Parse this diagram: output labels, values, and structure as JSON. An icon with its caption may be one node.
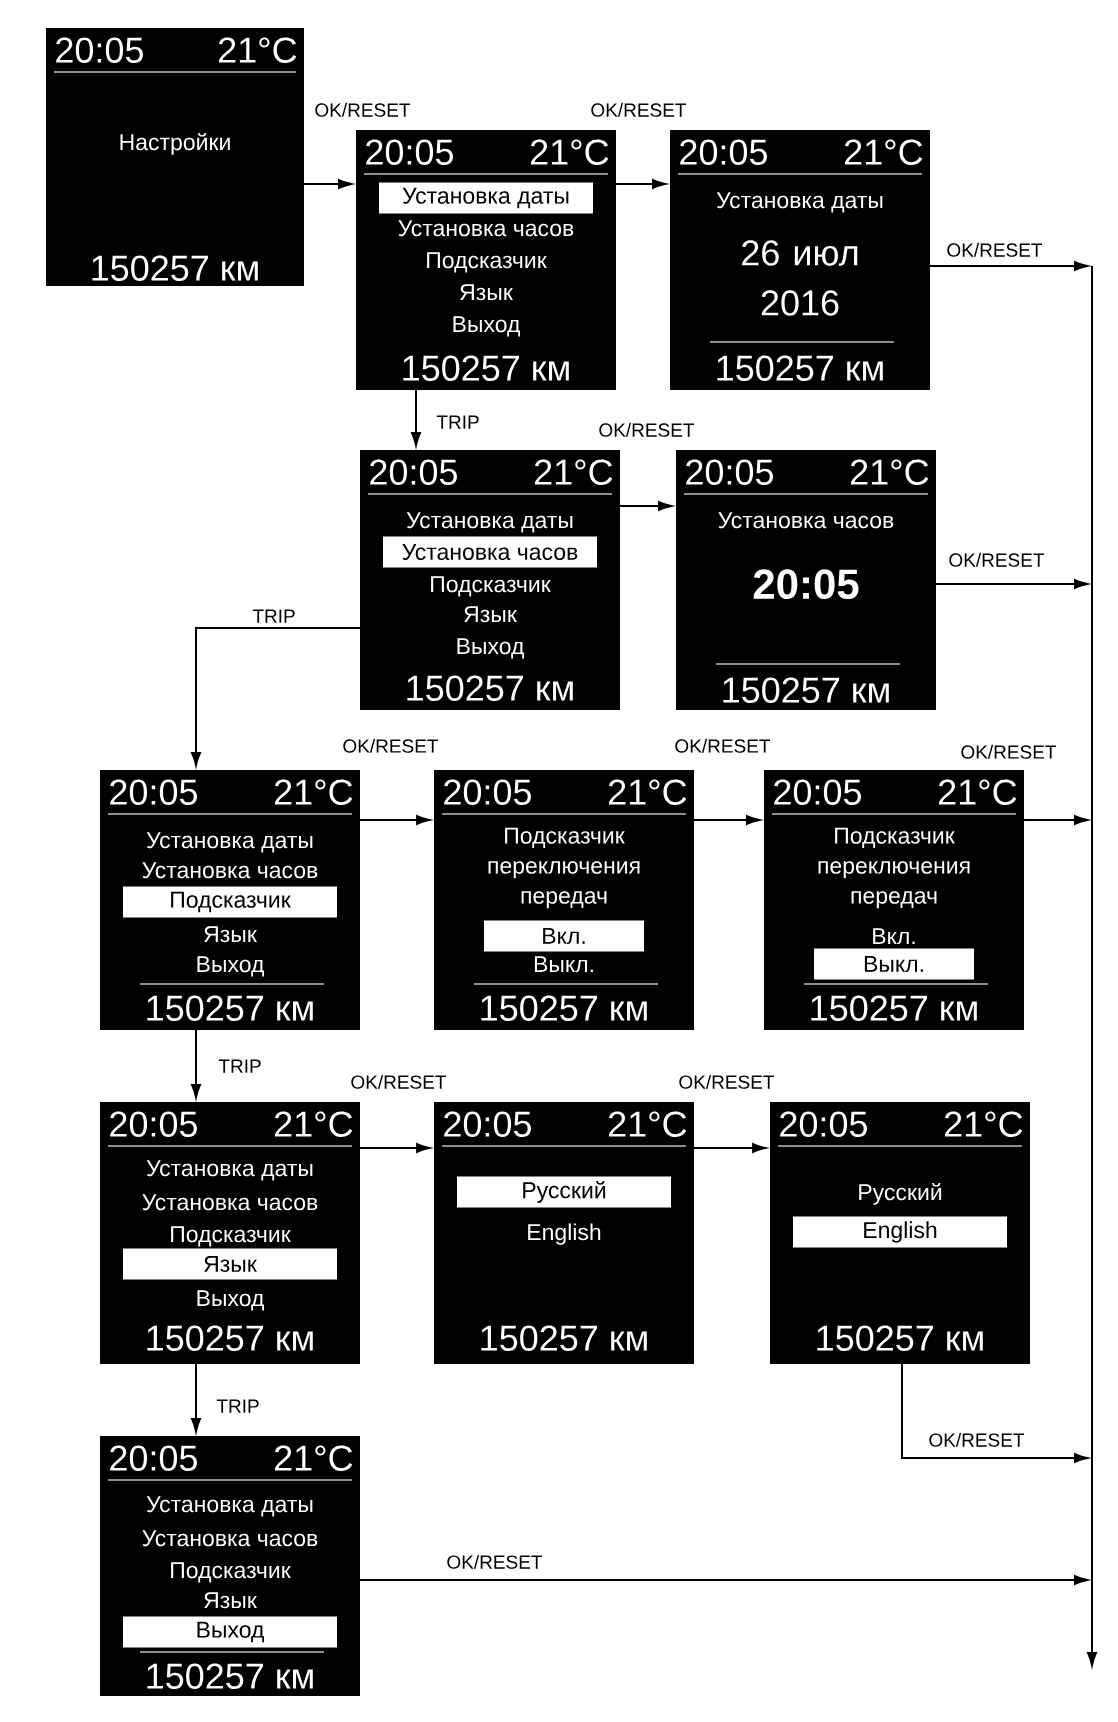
{
  "diagram": {
    "nodes": [
      {
        "text": [
          "20:05",
          "21°C",
          "Настройки",
          "150257 км"
        ]
      },
      {
        "text": [
          "20:05",
          "21°C",
          "Установка часов",
          "Подсказчик",
          "Язык",
          "Выход",
          "150257 км"
        ]
      },
      {
        "text": [
          "Установка даты"
        ],
        "in": 1
      },
      {
        "text": [
          "20:05",
          "21°C",
          "Установка даты",
          "26 июл 2016",
          "150257 км"
        ]
      },
      {
        "text": [
          "20:05",
          "21°C",
          "Установка даты",
          "Подсказчик",
          "Язык",
          "Выход",
          "150257 км"
        ]
      },
      {
        "text": [
          "Установка часов"
        ],
        "in": 4
      },
      {
        "text": [
          "20:05",
          "21°C",
          "Установка часов",
          "20:05",
          "150257 км"
        ]
      },
      {
        "text": [
          "20:05",
          "21°C",
          "Установка даты",
          "Установка часов",
          "Язык",
          "Выход",
          "150257 км"
        ]
      },
      {
        "text": [
          "Подсказчик"
        ],
        "in": 7
      },
      {
        "text": [
          "20:05",
          "21°C",
          "Подсказчик переключения передач",
          "Выкл.",
          "150257 км"
        ]
      },
      {
        "text": [
          "Вкл."
        ],
        "in": 9
      },
      {
        "text": [
          "20:05",
          "21°C",
          "Подсказчик переключения передач",
          "Вкл.",
          "150257 км"
        ]
      },
      {
        "text": [
          "Выкл."
        ],
        "in": 11
      },
      {
        "text": [
          "20:05",
          "21°C",
          "Установка даты",
          "Установка часов",
          "Подсказчик",
          "Выход",
          "150257 км"
        ]
      },
      {
        "text": [
          "Язык"
        ],
        "in": 13
      },
      {
        "text": [
          "20:05",
          "21°C",
          "English",
          "150257 км"
        ]
      },
      {
        "text": [
          "Русский"
        ],
        "in": 15
      },
      {
        "text": [
          "20:05",
          "21°C",
          "Русский",
          "150257 км"
        ]
      },
      {
        "text": [
          "English"
        ],
        "in": 17
      },
      {
        "text": [
          "20:05",
          "21°C",
          "Установка даты",
          "Установка часов",
          "Подсказчик",
          "Язык",
          "150257 км"
        ]
      },
      {
        "text": [
          "Выход"
        ],
        "in": 19
      }
    ],
    "edges": [
      {
        "from": 0,
        "to": 1,
        "arrow": "to",
        "label": "OK/RESET"
      },
      {
        "from": 1,
        "to": 3,
        "arrow": "to",
        "label": "OK/RESET"
      },
      {
        "from": 1,
        "to": 4,
        "arrow": "to",
        "label": "TRIP"
      },
      {
        "from": 4,
        "to": 6,
        "arrow": "to",
        "label": "OK/RESET"
      },
      {
        "from": 4,
        "to": 7,
        "arrow": "to",
        "label": "TRIP"
      },
      {
        "from": 7,
        "to": 9,
        "arrow": "to",
        "label": "OK/RESET"
      },
      {
        "from": 9,
        "to": 11,
        "arrow": "to",
        "label": "OK/RESET"
      },
      {
        "from": 7,
        "to": 13,
        "arrow": "to",
        "label": "TRIP"
      },
      {
        "from": 13,
        "to": 15,
        "arrow": "to",
        "label": "OK/RESET"
      },
      {
        "from": 15,
        "to": 17,
        "arrow": "to",
        "label": "OK/RESET"
      },
      {
        "from": 13,
        "to": 19,
        "arrow": "to",
        "label": "TRIP"
      },
      {
        "from": 3,
        "to": null,
        "arrow": "to",
        "label": "OK/RESET"
      },
      {
        "from": 6,
        "to": null,
        "arrow": "to",
        "label": "OK/RESET"
      },
      {
        "from": 11,
        "to": null,
        "arrow": "to",
        "label": "OK/RESET"
      },
      {
        "from": 17,
        "to": null,
        "arrow": "to",
        "label": "OK/RESET"
      },
      {
        "from": 19,
        "to": null,
        "arrow": "to",
        "label": "OK/RESET"
      }
    ]
  }
}
